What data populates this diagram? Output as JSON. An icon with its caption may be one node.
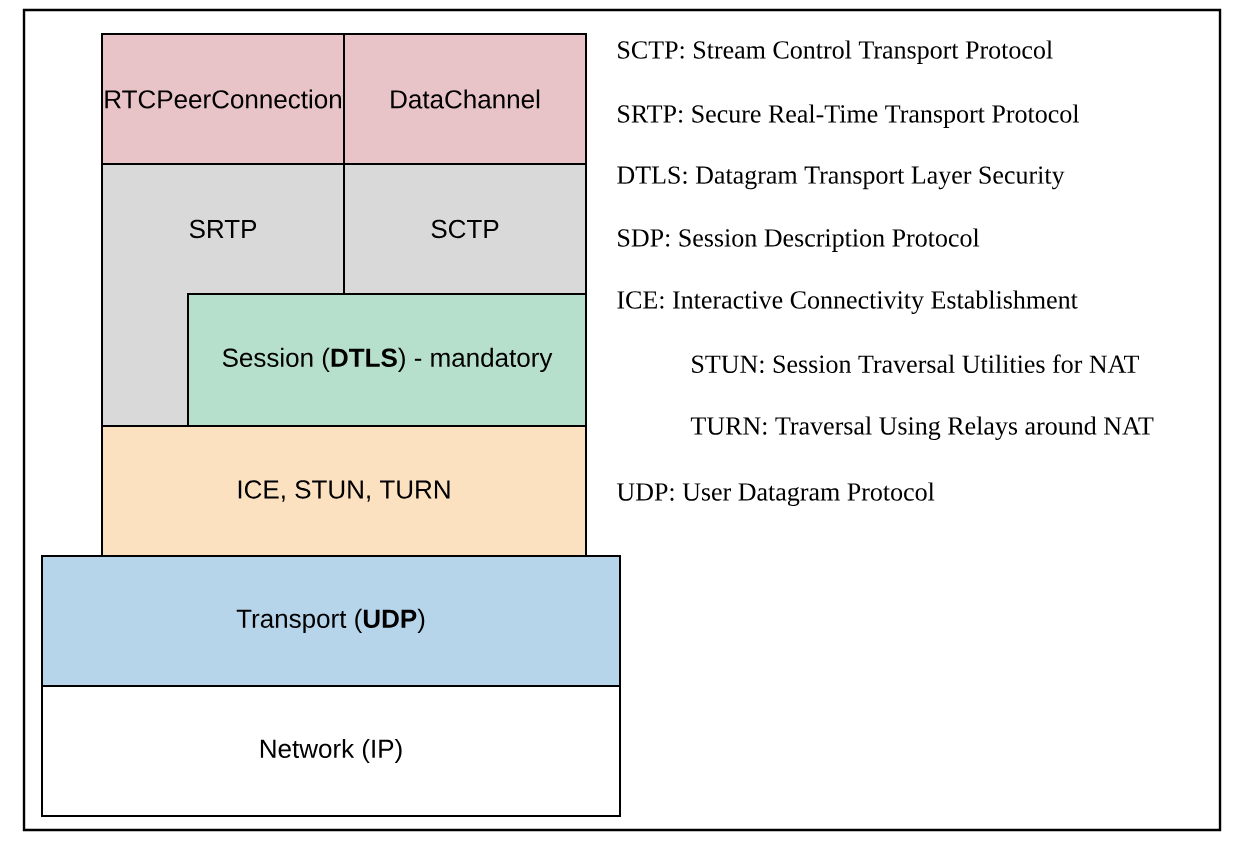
{
  "diagram": {
    "nodes": [
      {
        "text": [
          "RTCPeerConnection"
        ]
      },
      {
        "text": [
          "DataChannel"
        ]
      },
      {
        "text": [
          "SRTP"
        ]
      },
      {
        "text": [
          "SCTP"
        ]
      },
      {
        "text": [
          "Session (**DTLS**) - mandatory"
        ]
      },
      {
        "text": [
          "ICE, STUN, TURN"
        ]
      },
      {
        "text": [
          "Transport (**UDP**)"
        ]
      },
      {
        "text": [
          "Network (IP)"
        ]
      }
    ],
    "labels": [
      "SCTP: Stream Control Transport Protocol",
      "SRTP: Secure Real-Time Transport Protocol",
      "DTLS: Datagram Transport Layer Security",
      "SDP: Session Description Protocol",
      "ICE: Interactive Connectivity Establishment",
      "STUN: Session Traversal Utilities for NAT",
      "TURN: Traversal Using Relays around NAT",
      "UDP: User Datagram Protocol"
    ]
  }
}
